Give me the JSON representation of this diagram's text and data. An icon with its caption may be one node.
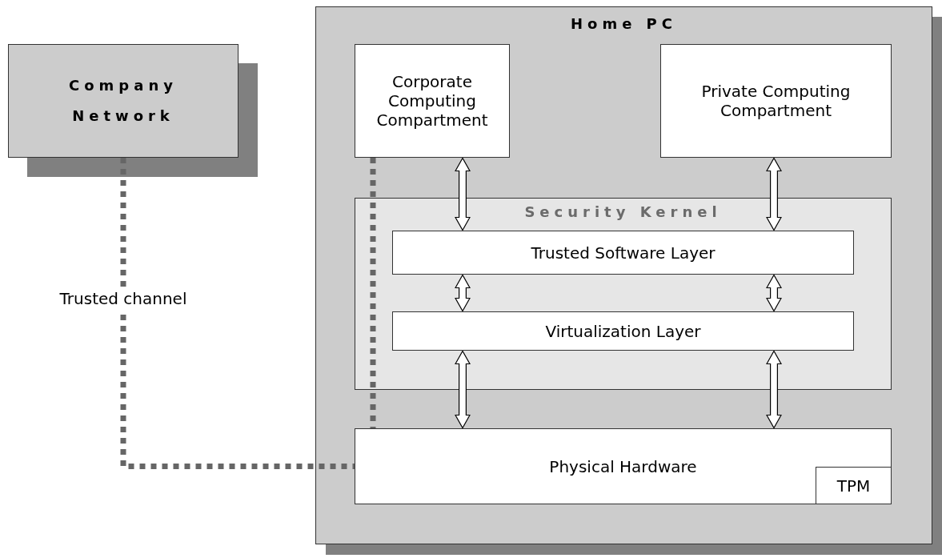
{
  "diagram": {
    "nodes": [
      {
        "text": [
          "Home PC"
        ]
      },
      {
        "text": [
          "Company Network"
        ]
      },
      {
        "text": [
          "Corporate Computing Compartment"
        ],
        "in": 0
      },
      {
        "text": [
          "Private Computing Compartment"
        ],
        "in": 0
      },
      {
        "text": [
          "Security Kernel"
        ],
        "in": 0
      },
      {
        "text": [
          "Trusted Software Layer"
        ],
        "in": 4
      },
      {
        "text": [
          "Virtualization Layer"
        ],
        "in": 4
      },
      {
        "text": [
          "Physical Hardware"
        ],
        "in": 0
      },
      {
        "text": [
          "TPM"
        ],
        "in": 7
      }
    ],
    "edges": [
      {
        "from": 1,
        "to": 7,
        "arrow": "none",
        "label": "Trusted channel",
        "style": "dashed",
        "color": "#666666"
      },
      {
        "from": 2,
        "to": 7,
        "arrow": "none",
        "style": "dashed",
        "color": "#666666"
      },
      {
        "from": 2,
        "to": 5,
        "arrow": "both"
      },
      {
        "from": 3,
        "to": 5,
        "arrow": "both"
      },
      {
        "from": 5,
        "to": 6,
        "arrow": "both"
      },
      {
        "from": 5,
        "to": 6,
        "arrow": "both"
      },
      {
        "from": 6,
        "to": 7,
        "arrow": "both"
      },
      {
        "from": 6,
        "to": 7,
        "arrow": "both"
      }
    ]
  }
}
